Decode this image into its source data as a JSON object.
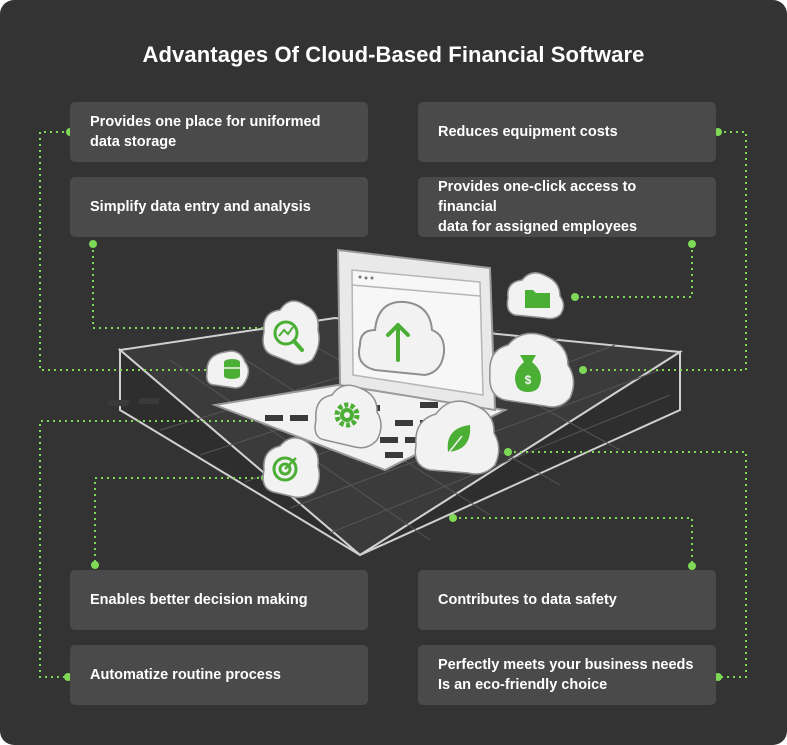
{
  "title": "Advantages Of Cloud-Based Financial Software",
  "accent_color": "#7ed957",
  "boxes": {
    "left_1": "Provides one place for uniformed\ndata storage",
    "left_2": "Simplify data entry and analysis",
    "left_3": "Enables better decision making",
    "left_4": "Automatize routine process",
    "right_1": "Reduces equipment costs",
    "right_2": "Provides one-click access to financial\ndata for assigned employees",
    "right_3": "Contributes to data safety",
    "right_4": "Perfectly meets your business needs\nIs an eco-friendly choice"
  },
  "icons": [
    "database-icon",
    "magnifier-chart-icon",
    "gear-icon",
    "target-icon",
    "upload-arrow-icon",
    "folder-icon",
    "money-bag-icon",
    "leaf-icon"
  ]
}
